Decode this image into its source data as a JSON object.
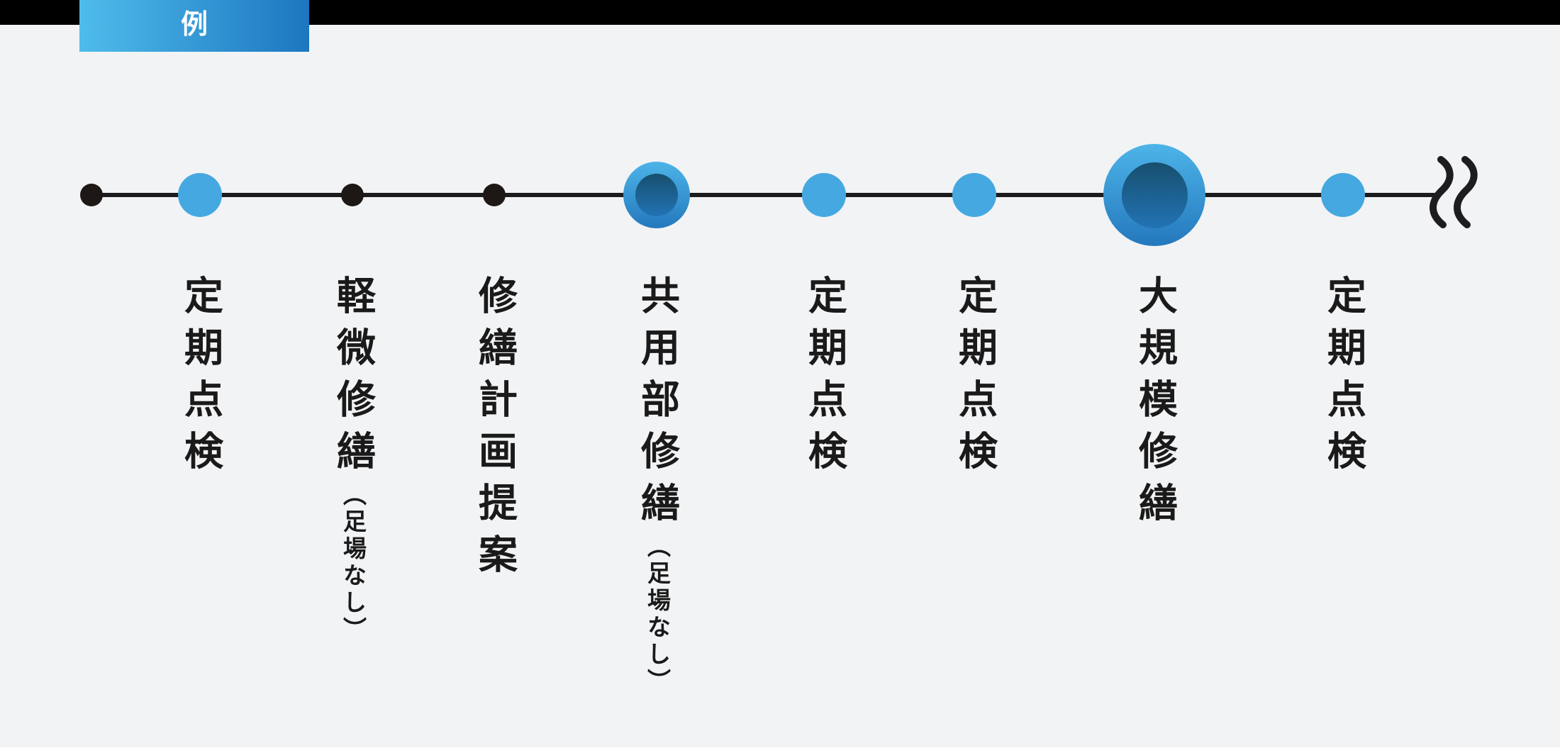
{
  "page": {
    "background": "#f2f3f5"
  },
  "header": {
    "bar_color": "#000000",
    "tag_label": "例",
    "tag_gradient_left": "#4fbceb",
    "tag_gradient_right": "#1c76c0"
  },
  "timeline": {
    "line_color": "#1c1c1e",
    "colors": {
      "black_dot": "#1d1816",
      "blue_dot": "#45a8e0",
      "big_outer_top": "#4db4e8",
      "big_outer_bottom": "#2478bd",
      "big_inner_top": "#174f6e",
      "big_inner_bottom": "#2273b4"
    },
    "nodes": [
      {
        "type": "black-small",
        "label": "",
        "sub": ""
      },
      {
        "type": "blue-medium",
        "label": "定期点検",
        "sub": ""
      },
      {
        "type": "black-small",
        "label": "軽微修繕",
        "sub": "（足場なし）"
      },
      {
        "type": "black-small",
        "label": "修繕計画提案",
        "sub": ""
      },
      {
        "type": "blue-large",
        "label": "共用部修繕",
        "sub": "（足場なし）"
      },
      {
        "type": "blue-medium",
        "label": "定期点検",
        "sub": ""
      },
      {
        "type": "blue-medium",
        "label": "定期点検",
        "sub": ""
      },
      {
        "type": "blue-xlarge",
        "label": "大規模修繕",
        "sub": ""
      },
      {
        "type": "blue-medium",
        "label": "定期点検",
        "sub": ""
      }
    ],
    "continuation": "wavy-break-marks"
  }
}
